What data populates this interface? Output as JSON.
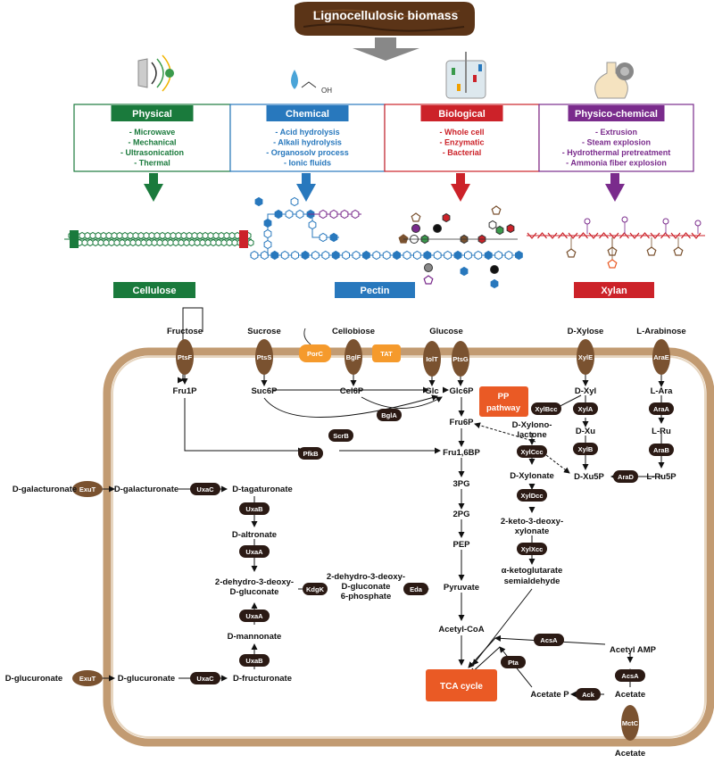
{
  "title": "Lignocellulosic biomass",
  "pretreatments": [
    {
      "label": "Physical",
      "color": "#1a7a3c",
      "items": [
        "- Microwave",
        "- Mechanical",
        "- Ultrasonication",
        "- Thermal"
      ]
    },
    {
      "label": "Chemical",
      "color": "#2878bd",
      "items": [
        "- Acid hydrolysis",
        "- Alkali hydrolysis",
        "- Organosolv process",
        "- Ionic fluids"
      ]
    },
    {
      "label": "Biological",
      "color": "#cc2229",
      "items": [
        "- Whole cell",
        "- Enzymatic",
        "- Bacterial"
      ]
    },
    {
      "label": "Physico-chemical",
      "color": "#7a2b8c",
      "items": [
        "- Extrusion",
        "- Steam explosion",
        "- Hydrothermal pretreatment",
        "- Ammonia fiber explosion"
      ]
    }
  ],
  "chemical_icon_label": "OH",
  "polymers": {
    "cellulose": "Cellulose",
    "pectin": "Pectin",
    "xylan": "Xylan"
  },
  "colors": {
    "membrane": "#c29b72",
    "enzyme": "#2b1a14",
    "transporter": "#7a5230",
    "tat": "#f59a2c",
    "tca": "#ea5a25",
    "green": "#1a7a3c",
    "blue": "#2878bd",
    "red": "#cc2229",
    "purple": "#7a2b8c"
  },
  "transporter_labels": {
    "PtsF": "PtsF",
    "PtsS": "PtsS",
    "PorC": "PorC",
    "BglF": "BglF",
    "TAT": "TAT",
    "IolT": "IolT",
    "PtsG": "PtsG",
    "XylE": "XylE",
    "AraE": "AraE",
    "ExuT1": "ExuT",
    "ExuT2": "ExuT",
    "MctC": "MctC"
  },
  "substrates": {
    "fructose": "Fructose",
    "sucrose": "Sucrose",
    "cellobiose": "Cellobiose",
    "glucose": "Glucose",
    "dxylose": "D-Xylose",
    "larabinose": "L-Arabinose",
    "dgalacturonate": "D-galacturonate",
    "dglucuronate": "D-glucuronate",
    "acetate_out": "Acetate"
  },
  "metabolites": {
    "fru1p": "Fru1P",
    "suc6p": "Suc6P",
    "cel6p": "Cel6P",
    "glc": "Glc",
    "glc6p": "Glc6P",
    "fru6p": "Fru6P",
    "fru16bp": "Fru1,6BP",
    "pg3": "3PG",
    "pg2": "2PG",
    "pep": "PEP",
    "pyruvate": "Pyruvate",
    "acetylcoa": "Acetyl-CoA",
    "dxyl": "D-Xyl",
    "dxu": "D-Xu",
    "dxu5p": "D-Xu5P",
    "lara": "L-Ara",
    "lru": "L-Ru",
    "lru5p": "L-Ru5P",
    "xylonolactone1": "D-Xylono-",
    "xylonolactone2": "lactone",
    "dxylonate": "D-Xylonate",
    "kdx1": "2-keto-3-deoxy-",
    "kdx2": "xylonate",
    "akg1": "α-ketoglutarate",
    "akg2": "semialdehyde",
    "dgalact_in": "D-galacturonate",
    "dtagat": "D-tagaturonate",
    "daltron": "D-altronate",
    "kdg1": "2-dehydro-3-deoxy-",
    "kdg2": "D-gluconate",
    "kdgp1": "2-dehydro-3-deoxy-",
    "kdgp2": "D-gluconate",
    "kdgp3": "6-phosphate",
    "dmannon": "D-mannonate",
    "dgluc_in": "D-glucuronate",
    "dfructur": "D-fructuronate",
    "acetylamp": "Acetyl AMP",
    "acetate": "Acetate",
    "acetatep": "Acetate P"
  },
  "enzymes": {
    "BglA": "BglA",
    "ScrB": "ScrB",
    "PfkB": "PfkB",
    "XylBcc": "XylBcc",
    "XylCcc": "XylCcc",
    "XylDcc": "XylDcc",
    "XylXcc": "XylXcc",
    "XylA": "XylA",
    "XylB": "XylB",
    "AraA": "AraA",
    "AraB": "AraB",
    "AraD": "AraD",
    "UxaC1": "UxaC",
    "UxaB1": "UxaB",
    "UxaA1": "UxaA",
    "KdgK": "KdgK",
    "Eda": "Eda",
    "UxaA2": "UxaA",
    "UxaB2": "UxaB",
    "UxaC2": "UxaC",
    "AcsA1": "AcsA",
    "AcsA2": "AcsA",
    "Pta": "Pta",
    "Ack": "Ack"
  },
  "pp_pathway": [
    "PP",
    "pathway"
  ],
  "tca": "TCA cycle"
}
